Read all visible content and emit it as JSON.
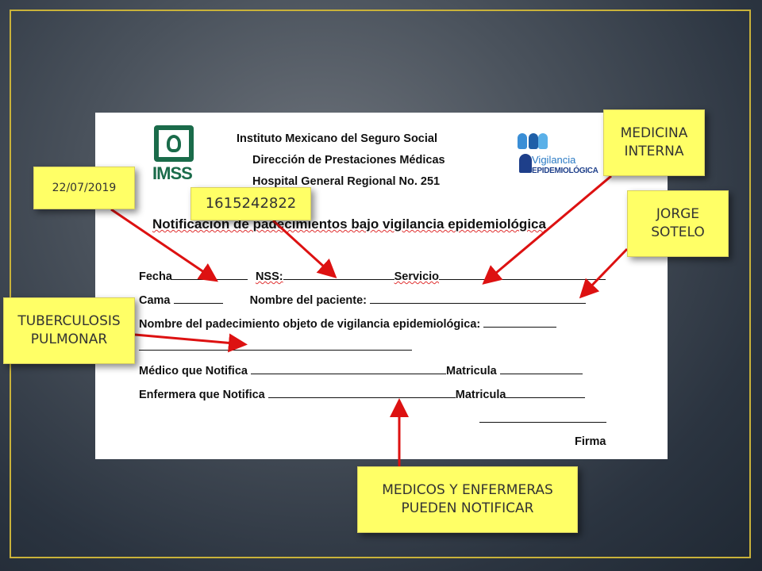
{
  "form": {
    "institution_lines": [
      "Instituto Mexicano del Seguro Social",
      "Dirección de Prestaciones Médicas",
      "Hospital General Regional No. 251"
    ],
    "imss_logo_text": "IMSS",
    "vigilancia_logo_line1": "Vigilancia",
    "vigilancia_logo_line2": "EPIDEMIOLÓGICA",
    "title": "Notificación de padecimientos bajo vigilancia epidemiológica",
    "fields": {
      "fecha": "Fecha",
      "nss": "NSS:",
      "servicio": "Servicio",
      "cama": "Cama",
      "nombre_paciente": "Nombre del paciente:",
      "padecimiento": "Nombre del padecimiento objeto de vigilancia epidemiológica:",
      "medico": "Médico que Notifica",
      "matricula_1": "Matricula",
      "enfermera": "Enfermera que Notifica",
      "matricula_2": "Matricula",
      "firma": "Firma"
    }
  },
  "callouts": {
    "fecha_value": "22/07/2019",
    "nss_value": "1615242822",
    "servicio_value": "MEDICINA\nINTERNA",
    "paciente_value": "JORGE\nSOTELO",
    "padecimiento_value": "TUBERCULOSIS\nPULMONAR",
    "notificadores": "MEDICOS Y ENFERMERAS\nPUEDEN NOTIFICAR"
  },
  "colors": {
    "note_fill": "#ffff66",
    "arrow": "#dd1111",
    "frame": "#c9b23a",
    "imss_green": "#1a6b4a"
  }
}
